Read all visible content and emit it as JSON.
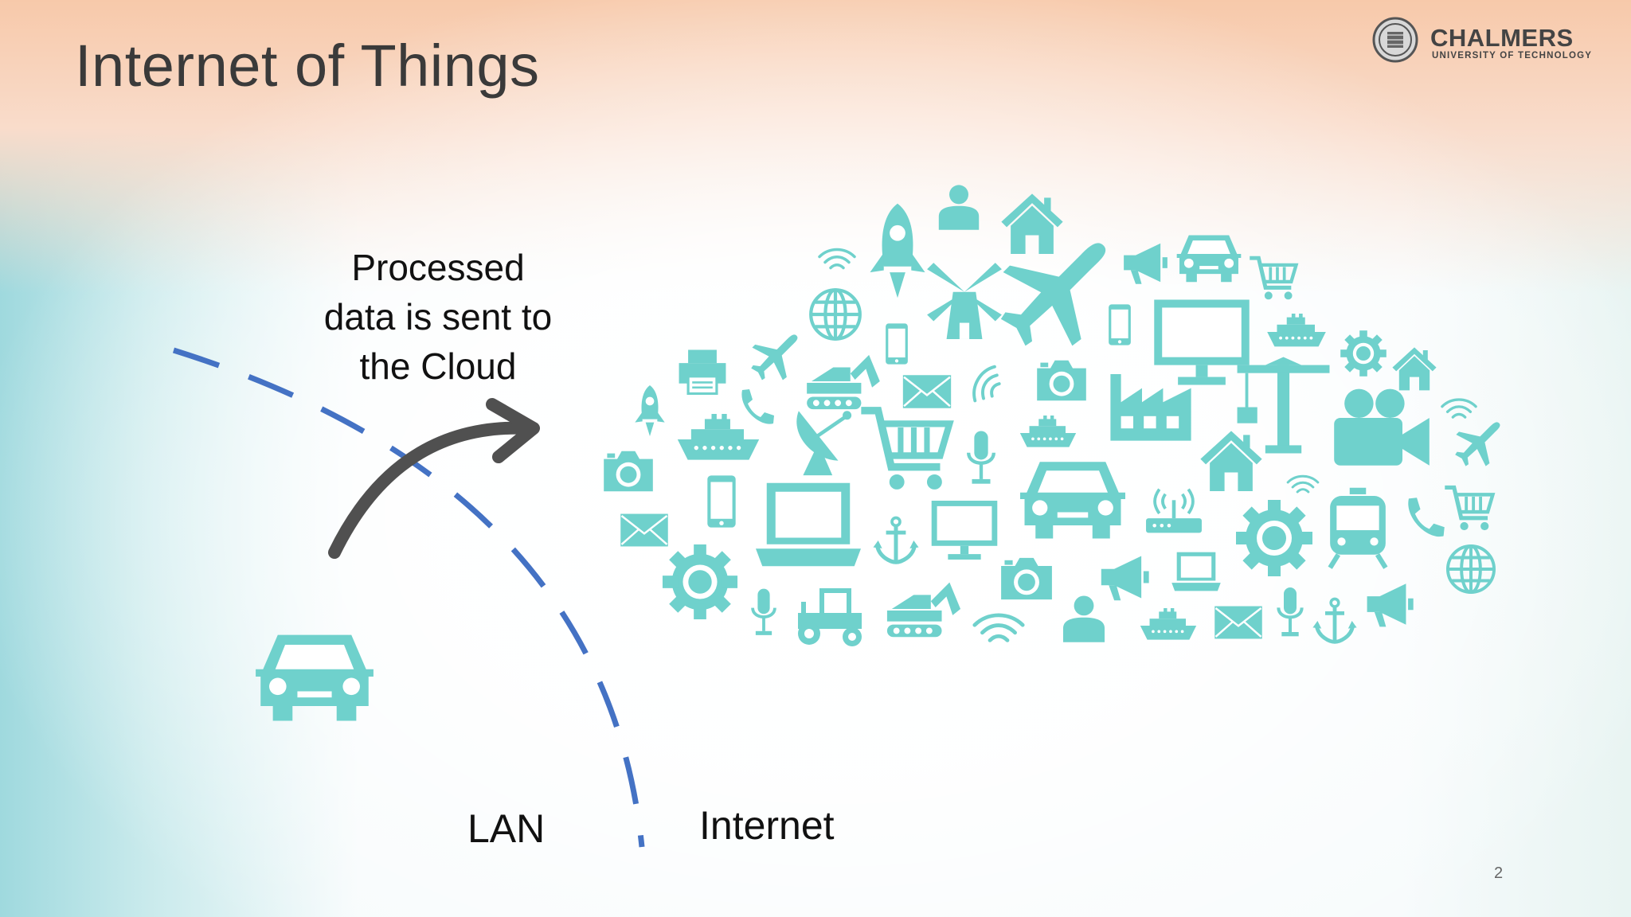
{
  "slide": {
    "title": "Internet of Things",
    "logo": {
      "name": "CHALMERS",
      "subtitle": "UNIVERSITY OF TECHNOLOGY"
    },
    "caption": [
      "Processed",
      "data is sent to",
      "the Cloud"
    ],
    "lan_label": "LAN",
    "internet_label": "Internet",
    "page_number": "2"
  },
  "colors": {
    "icon": "#6fd1cc",
    "boundary": "#4472c4",
    "arrow": "#505050",
    "title": "#3a3a3a"
  },
  "icons": {
    "vehicle": "car-icon",
    "cloud": "iot-icon-cloud",
    "cloud_members": [
      "rocket-icon",
      "person-icon",
      "house-icon",
      "windmill-icon",
      "airplane-icon",
      "megaphone-icon",
      "car-icon",
      "shopping-cart-icon",
      "wifi-icon",
      "globe-icon",
      "smartphone-icon",
      "monitor-icon",
      "ship-icon",
      "gear-icon",
      "printer-icon",
      "excavator-icon",
      "envelope-icon",
      "camera-icon",
      "factory-icon",
      "crane-icon",
      "video-camera-icon",
      "satellite-dish-icon",
      "microphone-icon",
      "laptop-icon",
      "anchor-icon",
      "router-icon",
      "train-icon",
      "phone-icon",
      "tractor-icon"
    ]
  }
}
